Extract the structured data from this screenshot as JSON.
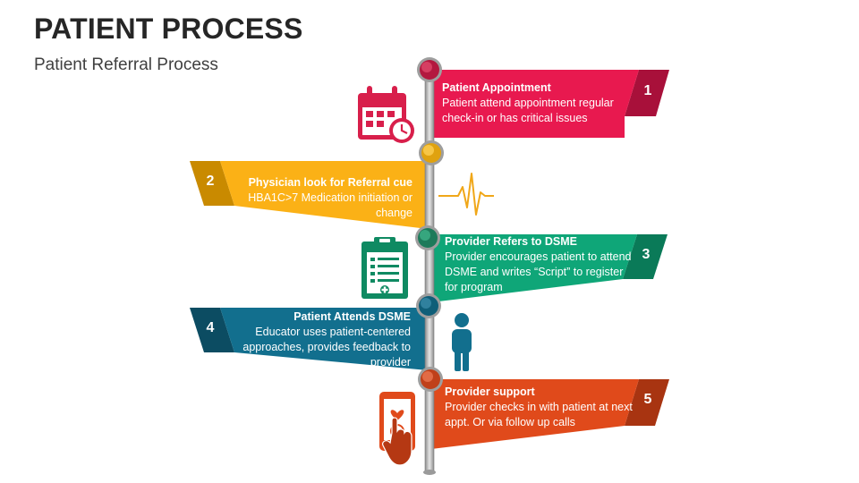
{
  "header": {
    "title": "PATIENT PROCESS",
    "subtitle": "Patient Referral Process"
  },
  "steps": [
    {
      "number": "1",
      "title": "Patient Appointment",
      "desc": "Patient attend appointment regular check-in or has critical issues",
      "color": "#e8194f",
      "dark": "#a8103a",
      "side": "right",
      "icon": "calendar-clock-icon"
    },
    {
      "number": "2",
      "title": "Physician look for Referral cue",
      "desc": "HBA1C>7 Medication initiation or change",
      "color": "#fbb116",
      "dark": "#c98a00",
      "side": "left",
      "icon": "heartbeat-icon"
    },
    {
      "number": "3",
      "title": "Provider Refers to DSME",
      "desc": "Provider encourages patient to attend DSME and writes “Script” to register for program",
      "color": "#0fa678",
      "dark": "#0a7a58",
      "side": "right",
      "icon": "clipboard-icon"
    },
    {
      "number": "4",
      "title": "Patient Attends DSME",
      "desc": "Educator uses patient-centered approaches, provides feedback to provider",
      "color": "#126f8e",
      "dark": "#0c4c62",
      "side": "left",
      "icon": "person-icon"
    },
    {
      "number": "5",
      "title": "Provider support",
      "desc": "Provider checks in with patient at next appt. Or via follow up calls",
      "color": "#e04a1b",
      "dark": "#a83411",
      "side": "right",
      "icon": "phone-tap-icon"
    }
  ]
}
